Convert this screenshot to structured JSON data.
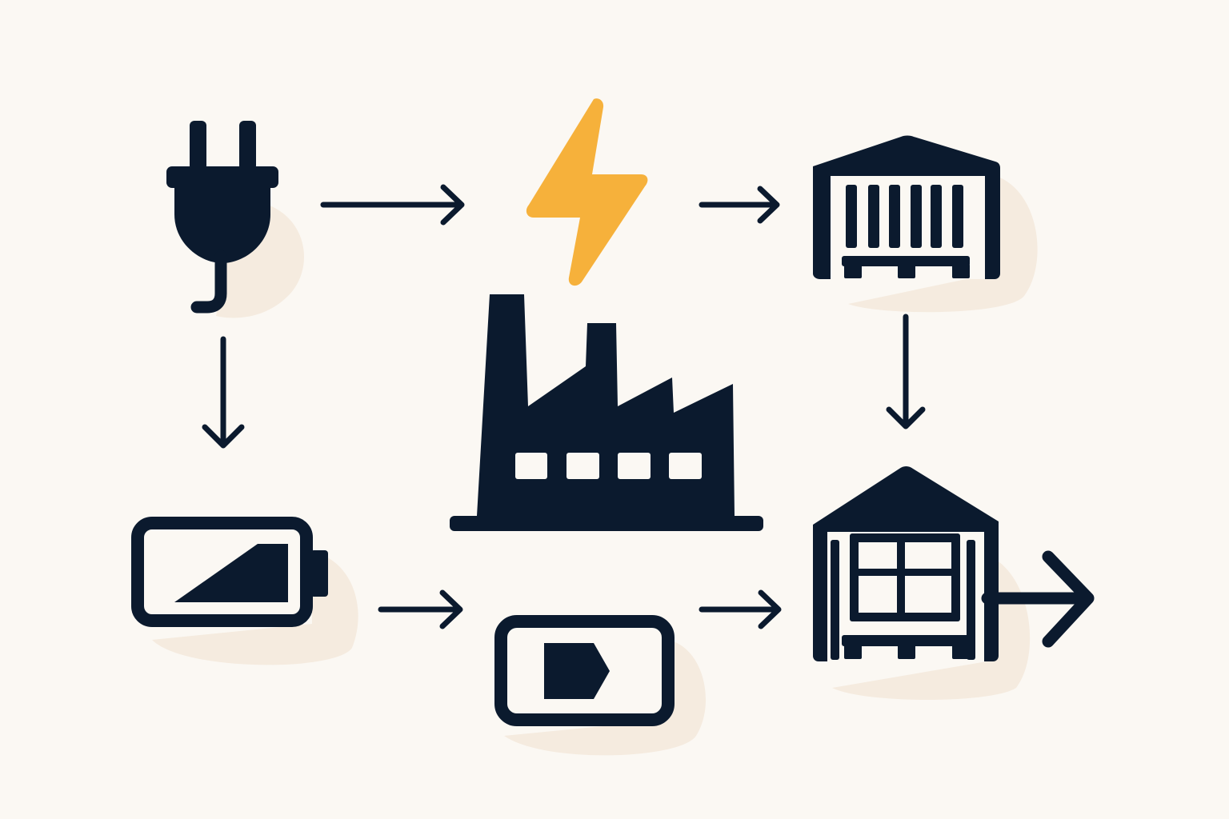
{
  "colors": {
    "background": "#FBF8F3",
    "icon": "#0B1A2E",
    "accent": "#F6B13B",
    "shadow": "#F5EBDF"
  },
  "diagram": {
    "type": "energy-flow-icons",
    "nodes": [
      {
        "id": "plug",
        "icon": "power-plug-icon"
      },
      {
        "id": "bolt",
        "icon": "lightning-bolt-icon"
      },
      {
        "id": "warehouse-top",
        "icon": "warehouse-icon"
      },
      {
        "id": "battery",
        "icon": "battery-charging-icon"
      },
      {
        "id": "factory",
        "icon": "factory-icon"
      },
      {
        "id": "battery-small",
        "icon": "battery-play-icon"
      },
      {
        "id": "warehouse-bottom",
        "icon": "distribution-warehouse-icon"
      }
    ],
    "edges": [
      {
        "from": "plug",
        "to": "bolt"
      },
      {
        "from": "bolt",
        "to": "warehouse-top"
      },
      {
        "from": "plug",
        "to": "battery"
      },
      {
        "from": "warehouse-top",
        "to": "warehouse-bottom"
      },
      {
        "from": "battery",
        "to": "battery-small"
      },
      {
        "from": "battery-small",
        "to": "warehouse-bottom"
      },
      {
        "from": "warehouse-bottom",
        "to": "outbound"
      }
    ]
  }
}
